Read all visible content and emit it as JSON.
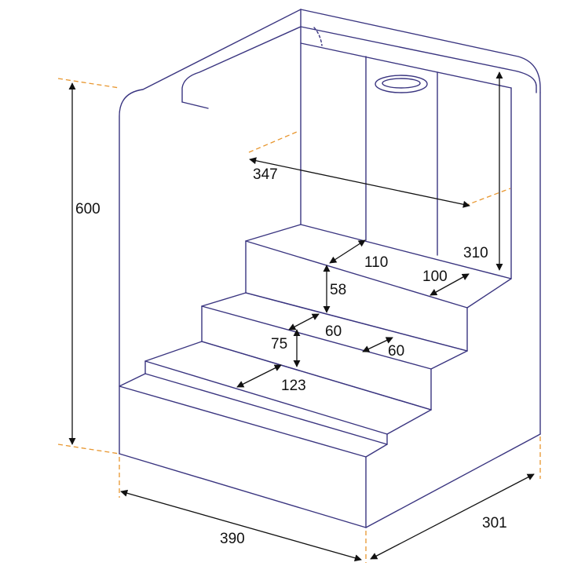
{
  "colors": {
    "outline": "#3a3580",
    "dimension": "#111111",
    "extension": "#e8962e",
    "background": "#ffffff"
  },
  "dimensions": {
    "total_height": "600",
    "inner_width": "347",
    "inner_height": "310",
    "top_step_depth": "110",
    "top_step_width": "100",
    "top_riser": "58",
    "middle_step_depth": "60",
    "middle_step_width": "60",
    "middle_riser": "75",
    "bottom_step_depth": "123",
    "base_width": "390",
    "base_depth": "301"
  }
}
